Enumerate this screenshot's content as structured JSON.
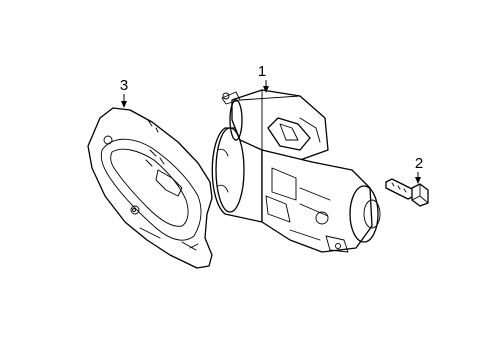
{
  "callouts": {
    "starter": "1",
    "bolt": "2",
    "shield": "3"
  }
}
